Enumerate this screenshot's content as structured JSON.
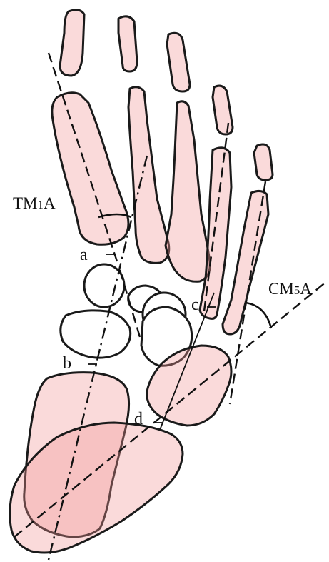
{
  "labels": {
    "tm_angle": {
      "main": "TM",
      "sub": "1",
      "tail": "A"
    },
    "cm_angle": {
      "main": "CM",
      "sub": "5",
      "tail": "A"
    },
    "point_a": "a",
    "point_b": "b",
    "point_c": "c",
    "point_d": "d"
  },
  "colors": {
    "bone_fill": "#f5c2c2",
    "outline": "#1a1a1a",
    "background": "#ffffff"
  }
}
